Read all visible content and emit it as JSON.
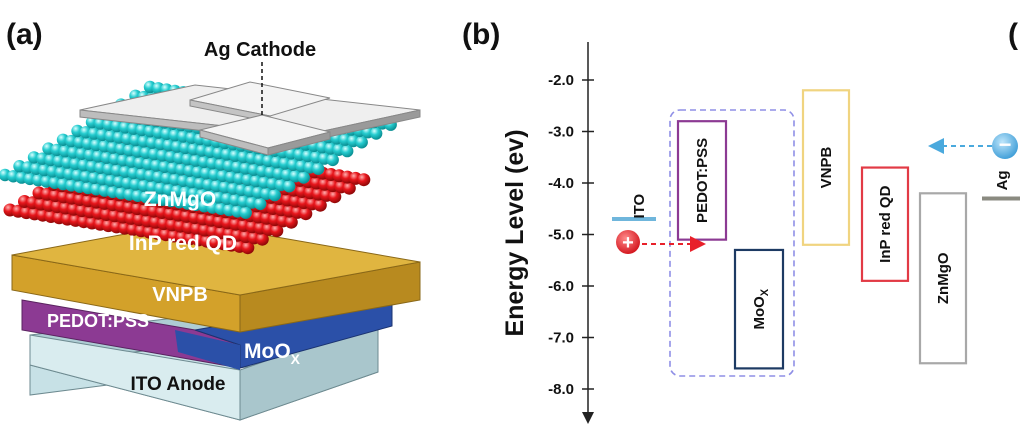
{
  "panels": {
    "a": "(a)",
    "b": "(b)",
    "c": "("
  },
  "device": {
    "cathode": "Ag Cathode",
    "layers": [
      {
        "key": "znmgo",
        "label": "ZnMgO",
        "color": "#19c6c8"
      },
      {
        "key": "qd",
        "label": "InP red QD",
        "color": "#e01b1f"
      },
      {
        "key": "vnpb",
        "label": "VNPB",
        "color": "#d3a12a"
      },
      {
        "key": "pedot",
        "label": "PEDOT:PSS",
        "color": "#8c3a93"
      },
      {
        "key": "moox",
        "label": "MoO",
        "label_sub": "X",
        "color": "#2b50a8"
      },
      {
        "key": "ito",
        "label": "ITO Anode",
        "color": "#c3dde3"
      }
    ]
  },
  "energy_diagram": {
    "ylabel": "Energy Level (ev)",
    "yticks": [
      -2.0,
      -3.0,
      -4.0,
      -5.0,
      -6.0,
      -7.0,
      -8.0
    ],
    "ytick_labels": [
      "-2.0",
      "-3.0",
      "-4.0",
      "-5.0",
      "-6.0",
      "-7.0",
      "-8.0"
    ],
    "levels": [
      {
        "key": "ito",
        "label": "ITO",
        "type": "line",
        "level": -4.7,
        "color": "#6fb6dc"
      },
      {
        "key": "pedot",
        "label": "PEDOT:PSS",
        "type": "box",
        "top": -2.8,
        "bottom": -5.1,
        "color": "#8c3a93"
      },
      {
        "key": "moox",
        "label": "MoO",
        "label_sub": "X",
        "type": "box",
        "top": -5.3,
        "bottom": -7.6,
        "color": "#1d3a63"
      },
      {
        "key": "vnpb",
        "label": "VNPB",
        "type": "box",
        "top": -2.2,
        "bottom": -5.2,
        "color": "#f0d480"
      },
      {
        "key": "qd",
        "label": "InP red QD",
        "type": "box",
        "top": -3.7,
        "bottom": -5.9,
        "color": "#e23a45"
      },
      {
        "key": "znmgo",
        "label": "ZnMgO",
        "type": "box",
        "top": -4.2,
        "bottom": -7.5,
        "color": "#a8a8a8"
      },
      {
        "key": "ag",
        "label": "Ag",
        "type": "line",
        "level": -4.3,
        "color": "#8a8a80"
      }
    ],
    "hole_symbol": "+",
    "electron_symbol": "−",
    "hole_color": "#e8202a",
    "electron_color": "#4aa9dd",
    "group_box_color": "#8f8fe6"
  }
}
